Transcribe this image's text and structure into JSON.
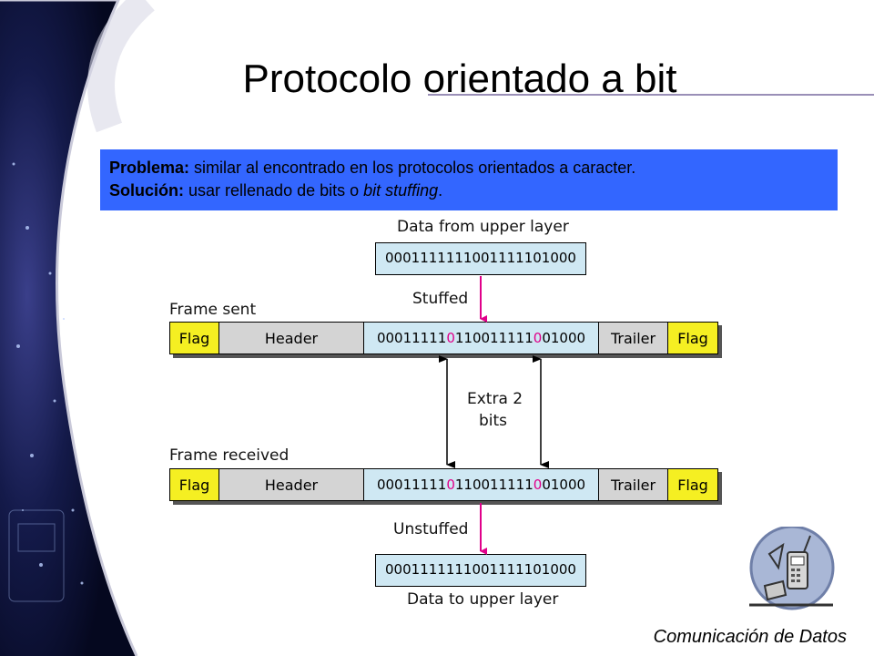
{
  "slide": {
    "title": "Protocolo orientado a bit",
    "footer": "Comunicación de Datos"
  },
  "textbox": {
    "problem_label": "Problema:",
    "problem_text": " similar al encontrado en los protocolos orientados a caracter.",
    "solution_label": "Solución:",
    "solution_text_1": " usar rellenado de bits o ",
    "solution_text_italic": "bit stuffing",
    "solution_text_2": "."
  },
  "diagram": {
    "top_label": "Data from upper layer",
    "top_data": "0001111111001111101000",
    "stuffed_label": "Stuffed",
    "frame_sent_label": "Frame sent",
    "frame_received_label": "Frame received",
    "extra_bits_label_1": "Extra 2",
    "extra_bits_label_2": "bits",
    "unstuffed_label": "Unstuffed",
    "bottom_data": "0001111111001111101000",
    "bottom_label": "Data to upper layer",
    "frame": {
      "flag": "Flag",
      "header": "Header",
      "payload_parts": [
        "00011111",
        "0",
        "110011111",
        "0",
        "01000"
      ],
      "trailer": "Trailer"
    },
    "colors": {
      "flag": "#f5ef22",
      "header": "#d4d4d4",
      "payload": "#cfe8f3",
      "stuffed_bit": "#e0008a",
      "arrow": "#e0008a"
    }
  }
}
